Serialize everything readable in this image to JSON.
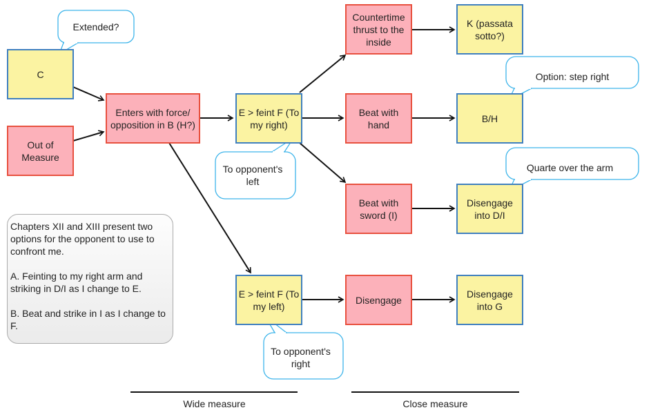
{
  "colors": {
    "option_fill": "#fbf3a2",
    "option_border": "#3f7fbf",
    "action_fill": "#fcb1ba",
    "action_border": "#e8503e",
    "callout_border": "#3cb4ea"
  },
  "nodes": {
    "c": "C",
    "out_of_measure": "Out of Measure",
    "enters": "Enters with force/ opposition in B (H?)",
    "feint_right": "E > feint F (To my right)",
    "feint_left": "E > feint F (To my left)",
    "countertime": "Countertime thrust to the inside",
    "k": "K (passata sotto?)",
    "beat_hand": "Beat with hand",
    "bh": "B/H",
    "beat_sword": "Beat with sword (I)",
    "disengage_di": "Disengage into D/I",
    "disengage": "Disengage",
    "disengage_g": "Disengage into G"
  },
  "callouts": {
    "extended": "Extended?",
    "opp_left": "To opponent's left",
    "step_right": "Option: step right",
    "quarte": "Quarte over the arm",
    "opp_right": "To opponent's right"
  },
  "note": {
    "p1": "Chapters XII and XIII present two options for the opponent to use to confront me.",
    "p2": "A. Feinting to my right arm and striking in D/I as I change to E.",
    "p3": "B. Beat and strike in I as I change to F."
  },
  "measures": {
    "wide": "Wide measure",
    "close": "Close measure"
  }
}
